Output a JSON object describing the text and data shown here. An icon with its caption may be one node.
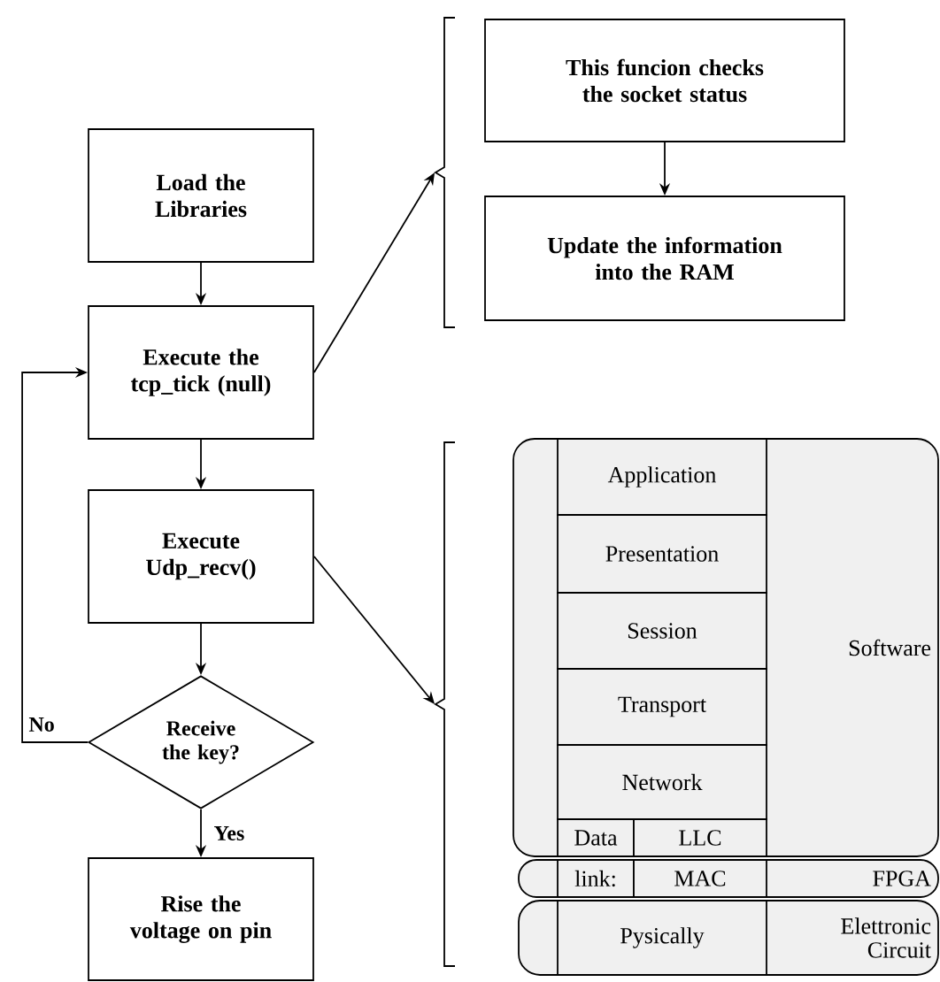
{
  "diagram": {
    "nodes": [
      {
        "text": [
          "Load the Libraries"
        ]
      },
      {
        "text": [
          "Execute the tcp_tick (null)"
        ]
      },
      {
        "text": [
          "Execute Udp_recv()"
        ]
      },
      {
        "text": [
          "Receive the key?"
        ]
      },
      {
        "text": [
          "Rise the voltage on pin"
        ]
      },
      {
        "text": [
          "This funcion checks the socket status"
        ]
      },
      {
        "text": [
          "Update the information into the RAM"
        ]
      },
      {
        "text": [],
        "shape": "bracket"
      },
      {
        "text": [],
        "shape": "bracket"
      },
      {
        "text": [
          "Software"
        ]
      },
      {
        "text": [
          "Application"
        ],
        "in": 9
      },
      {
        "text": [
          "Presentation"
        ],
        "in": 9
      },
      {
        "text": [
          "Session"
        ],
        "in": 9
      },
      {
        "text": [
          "Transport"
        ],
        "in": 9
      },
      {
        "text": [
          "Network"
        ],
        "in": 9
      },
      {
        "text": [
          "Data"
        ],
        "in": 9
      },
      {
        "text": [
          "LLC"
        ],
        "in": 9
      },
      {
        "text": [
          "FPGA"
        ]
      },
      {
        "text": [
          "link:"
        ],
        "in": 17
      },
      {
        "text": [
          "MAC"
        ],
        "in": 17
      },
      {
        "text": [
          "Elettronic Circuit"
        ]
      },
      {
        "text": [
          "Pysically"
        ],
        "in": 20
      }
    ],
    "edges": [
      {
        "from": 0,
        "to": 1,
        "arrow": "to"
      },
      {
        "from": 1,
        "to": 2,
        "arrow": "to"
      },
      {
        "from": 2,
        "to": 3,
        "arrow": "to"
      },
      {
        "from": 3,
        "to": 4,
        "arrow": "to",
        "label": "Yes"
      },
      {
        "from": 3,
        "to": 1,
        "arrow": "to",
        "label": "No"
      },
      {
        "from": 1,
        "to": 7,
        "arrow": "to"
      },
      {
        "from": 2,
        "to": 8,
        "arrow": "to"
      },
      {
        "from": 5,
        "to": 6,
        "arrow": "to"
      }
    ]
  }
}
